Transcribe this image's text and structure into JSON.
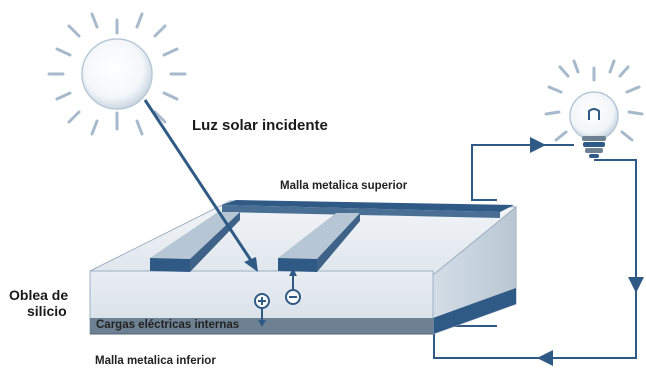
{
  "labels": {
    "sunlight": "Luz solar incidente",
    "top_grid": "Malla metalica superior",
    "wafer_line1": "Oblea de",
    "wafer_line2": "silicio",
    "internal_charges": "Cargas eléctricas internas",
    "bottom_grid": "Malla metalica inferior"
  },
  "icons": {
    "sun": "sun-icon",
    "bulb": "light-bulb-icon",
    "positive": "plus-charge-icon",
    "negative": "minus-charge-icon"
  },
  "colors": {
    "wire": "#2f5a86",
    "grid_dark": "#2f5a86",
    "wafer_top": "#e9eef3",
    "wafer_side": "#cbd6e0",
    "base_layer": "#6e8193",
    "sun_rays": "#a7bacb"
  }
}
